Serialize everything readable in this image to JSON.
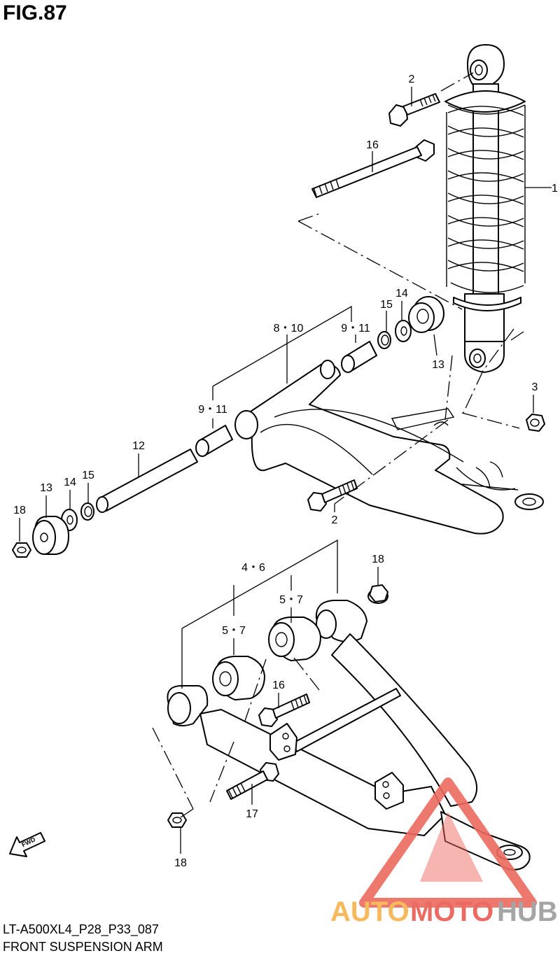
{
  "figure": {
    "title": "FIG.87"
  },
  "footer": {
    "code": "LT-A500XL4_P28_P33_087",
    "title": "FRONT SUSPENSION ARM"
  },
  "fwd_label": "FWD",
  "callouts": [
    {
      "id": "c2a",
      "text": "2"
    },
    {
      "id": "c16a",
      "text": "16"
    },
    {
      "id": "c1",
      "text": "1"
    },
    {
      "id": "c14a",
      "text": "14"
    },
    {
      "id": "c15a",
      "text": "15"
    },
    {
      "id": "c810",
      "text": "8・10"
    },
    {
      "id": "c911a",
      "text": "9・11"
    },
    {
      "id": "c13a",
      "text": "13"
    },
    {
      "id": "c3",
      "text": "3"
    },
    {
      "id": "c911b",
      "text": "9・11"
    },
    {
      "id": "c12",
      "text": "12"
    },
    {
      "id": "c13b",
      "text": "13"
    },
    {
      "id": "c14b",
      "text": "14"
    },
    {
      "id": "c15b",
      "text": "15"
    },
    {
      "id": "c18a",
      "text": "18"
    },
    {
      "id": "c2b",
      "text": "2"
    },
    {
      "id": "c46",
      "text": "4・6"
    },
    {
      "id": "c18b",
      "text": "18"
    },
    {
      "id": "c57a",
      "text": "5・7"
    },
    {
      "id": "c57b",
      "text": "5・7"
    },
    {
      "id": "c16b",
      "text": "16"
    },
    {
      "id": "c17",
      "text": "17"
    },
    {
      "id": "c18c",
      "text": "18"
    }
  ],
  "watermark": {
    "brand_parts": [
      "AUTO",
      "MOTO",
      "HUB"
    ],
    "colors": {
      "auto": "#f7b24a",
      "moto": "#e95c52",
      "hub": "#9c9c9c",
      "triangle": "#ec6a5f"
    }
  }
}
